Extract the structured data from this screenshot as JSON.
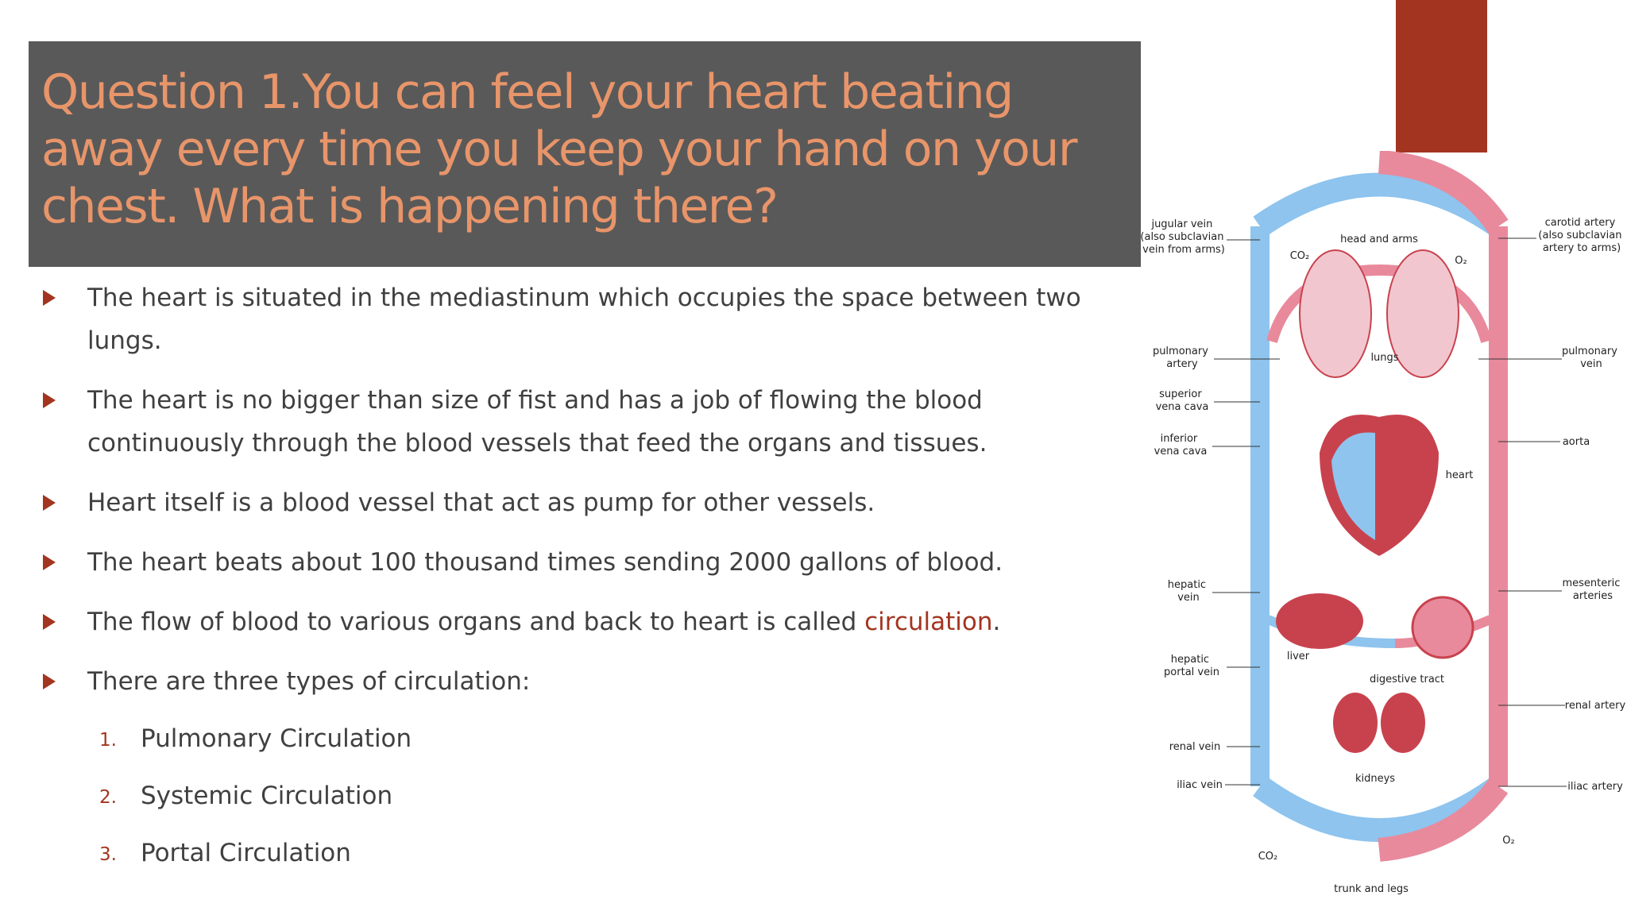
{
  "slide": {
    "title": "Question 1.You can feel your heart beating away every time you keep your hand on your chest. What is happening there?",
    "bullets": [
      {
        "text": "The heart is situated in the mediastinum which occupies the space between two lungs."
      },
      {
        "text": "The heart is no bigger than size of fist and has a job of flowing the blood continuously through the blood vessels that feed the organs and tissues."
      },
      {
        "text": "Heart itself is a blood vessel that act as pump for other vessels."
      },
      {
        "text": "The heart beats about 100 thousand times sending 2000 gallons of blood."
      },
      {
        "text_before": "The flow of blood to various organs and back to heart is called ",
        "highlight": "circulation",
        "text_after": "."
      },
      {
        "text": "There are three types of circulation:"
      }
    ],
    "numbered": [
      {
        "num": "1.",
        "text": "Pulmonary Circulation"
      },
      {
        "num": "2.",
        "text": "Systemic Circulation"
      },
      {
        "num": "3.",
        "text": "Portal Circulation"
      }
    ]
  },
  "diagram": {
    "labels_left": {
      "jugular": [
        "jugular vein",
        "(also subclavian",
        "vein from arms)"
      ],
      "pulm_artery": [
        "pulmonary",
        "artery"
      ],
      "svc": [
        "superior",
        "vena cava"
      ],
      "ivc": [
        "inferior",
        "vena cava"
      ],
      "hepatic_vein": [
        "hepatic",
        "vein"
      ],
      "hepatic_portal": [
        "hepatic",
        "portal vein"
      ],
      "renal_vein": "renal vein",
      "iliac_vein": "iliac vein"
    },
    "labels_right": {
      "carotid": [
        "carotid artery",
        "(also subclavian",
        "artery to arms)"
      ],
      "pulm_vein": [
        "pulmonary",
        "vein"
      ],
      "aorta": "aorta",
      "mesenteric": [
        "mesenteric",
        "arteries"
      ],
      "renal_artery": "renal artery",
      "iliac_artery": "iliac artery"
    },
    "labels_center": {
      "head_arms": "head and arms",
      "co2_top": "CO₂",
      "o2_top": "O₂",
      "lungs": "lungs",
      "heart": "heart",
      "liver": "liver",
      "digestive": "digestive tract",
      "kidneys": "kidneys",
      "co2_bottom": "CO₂",
      "o2_bottom": "O₂",
      "trunk_legs": "trunk and legs"
    },
    "colors": {
      "venous": "#8EC4EE",
      "arterial": "#E88A9C",
      "organ": "#C8424E"
    }
  },
  "theme": {
    "title_band": "#595959",
    "title_text": "#E8956A",
    "accent": "#A33520",
    "body_text": "#404040"
  }
}
